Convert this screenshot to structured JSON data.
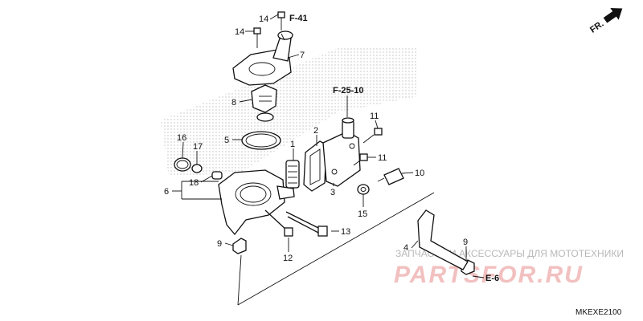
{
  "labels": {
    "n1": "1",
    "n2": "2",
    "n3": "3",
    "n4": "4",
    "n5": "5",
    "n6": "6",
    "n7": "7",
    "n8": "8",
    "n9a": "9",
    "n9b": "9",
    "n10": "10",
    "n11a": "11",
    "n11b": "11",
    "n12": "12",
    "n13": "13",
    "n14a": "14",
    "n14b": "14",
    "n15": "15",
    "n16": "16",
    "n17": "17",
    "n18": "18"
  },
  "refs": {
    "f41": "F-41",
    "f2510": "F-25-10",
    "e6": "E-6"
  },
  "direction": "FR.",
  "watermark": {
    "tagline": "ЗАПЧАСТИ И АКСЕССУАРЫ ДЛЯ МОТОТЕХНИКИ",
    "brand": "PARTSFOR.RU"
  },
  "diagram_code": "MKEXE2100",
  "colors": {
    "ink": "#111111",
    "watermark": "#f2c0c0",
    "shade": "#bdbdbd"
  }
}
